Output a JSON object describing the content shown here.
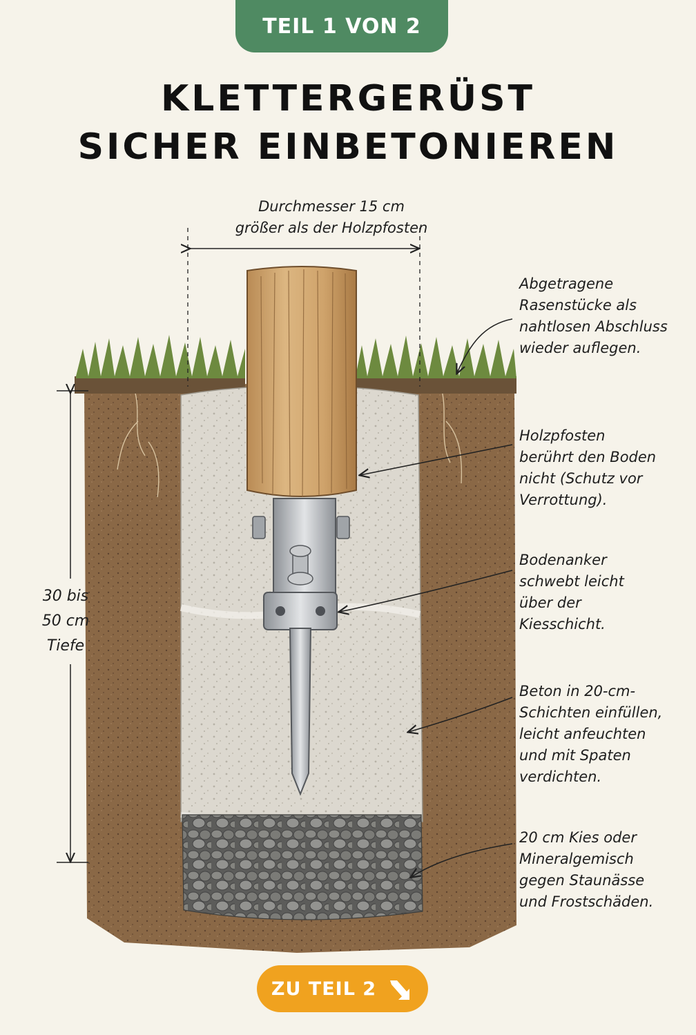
{
  "badge": "TEIL 1 VON 2",
  "title": {
    "line1": "KLETTERGERÜST",
    "line2": "SICHER EINBETONIEREN"
  },
  "dimensions": {
    "diameter_line1": "Durchmesser 15 cm",
    "diameter_line2": "größer als der Holzpfosten",
    "depth_line1": "30 bis",
    "depth_line2": "50 cm",
    "depth_line3": "Tiefe"
  },
  "annotations": [
    [
      "Abgetragene",
      "Rasenstücke als",
      "nahtlosen Abschluss",
      "wieder auflegen."
    ],
    [
      "Holzpfosten",
      "berührt den Boden",
      "nicht (Schutz vor",
      "Verrottung)."
    ],
    [
      "Bodenanker",
      "schwebt leicht",
      "über der",
      "Kiesschicht."
    ],
    [
      "Beton in 20-cm-",
      "Schichten einfüllen,",
      "leicht anfeuchten",
      "und mit Spaten",
      "verdichten."
    ],
    [
      "20 cm Kies oder",
      "Mineralgemisch",
      "gegen Staunässe",
      "und Frostschäden."
    ]
  ],
  "cta": {
    "label": "ZU TEIL 2",
    "icon": "arrow-down-right-icon"
  },
  "colors": {
    "badge": "#4f8a62",
    "cta": "#f0a21f",
    "background": "#f6f3ea"
  }
}
